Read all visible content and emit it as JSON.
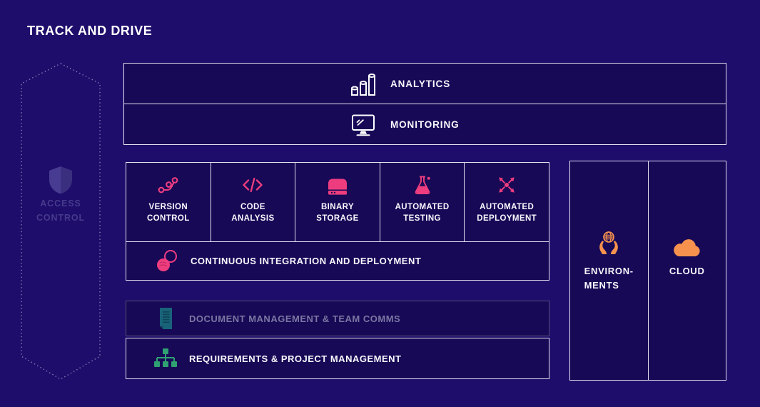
{
  "title": "TRACK AND DRIVE",
  "colors": {
    "background": "#1e0d6b",
    "panel_fill": "#170956",
    "border": "#e3e0f0",
    "muted_border": "#575177",
    "accent_pink": "#ee3d7f",
    "accent_orange": "#f6924e",
    "accent_green": "#2fa172",
    "accent_teal": "#19637a",
    "muted_text": "#7b76a2",
    "dim_purple": "#453a8c"
  },
  "access_control": {
    "icon": "shield-icon",
    "lines": [
      "ACCESS",
      "CONTROL"
    ]
  },
  "observability": {
    "rows": [
      {
        "label": "ANALYTICS",
        "icon": "bar-chart-icon"
      },
      {
        "label": "MONITORING",
        "icon": "monitor-icon"
      }
    ]
  },
  "pipeline": {
    "cells": [
      {
        "icon": "git-branch-icon",
        "lines": [
          "VERSION",
          "CONTROL"
        ]
      },
      {
        "icon": "code-icon",
        "lines": [
          "CODE",
          "ANALYSIS"
        ]
      },
      {
        "icon": "hard-drive-icon",
        "lines": [
          "BINARY",
          "STORAGE"
        ]
      },
      {
        "icon": "flask-icon",
        "lines": [
          "AUTOMATED",
          "TESTING"
        ]
      },
      {
        "icon": "expand-arrows-icon",
        "lines": [
          "AUTOMATED",
          "DEPLOYMENT"
        ]
      }
    ],
    "footer": {
      "icon": "linked-rings-icon",
      "label": "CONTINUOUS INTEGRATION AND DEPLOYMENT"
    }
  },
  "management": {
    "rows": [
      {
        "icon": "document-icon",
        "label": "DOCUMENT MANAGEMENT & TEAM COMMS",
        "muted": true
      },
      {
        "icon": "sitemap-icon",
        "label": "REQUIREMENTS & PROJECT MANAGEMENT",
        "muted": false
      }
    ]
  },
  "infrastructure": {
    "cells": [
      {
        "icon": "hands-globe-icon",
        "lines": [
          "ENVIRON-",
          "MENTS"
        ]
      },
      {
        "icon": "cloud-icon",
        "lines": [
          "CLOUD"
        ]
      }
    ]
  }
}
